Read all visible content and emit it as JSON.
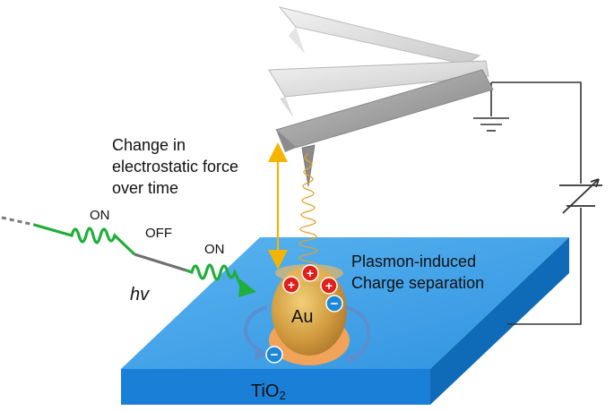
{
  "labels": {
    "force_line1": "Change in",
    "force_line2": "electrostatic force",
    "force_line3": "over time",
    "plasmon_line1": "Plasmon-induced",
    "plasmon_line2": "Charge separation",
    "on_first": "ON",
    "off": "OFF",
    "on_second": "ON",
    "hv": "hv",
    "au": "Au",
    "substrate_main": "TiO",
    "substrate_sub": "2",
    "plus": "+",
    "minus": "−"
  },
  "colors": {
    "substrate_top": "#3f9fe6",
    "substrate_front": "#1a7fd6",
    "substrate_side": "#0f6ab8",
    "light_wave": "#1fae3a",
    "arrow_amber": "#f4b400",
    "cantilever": "#9a9a9a",
    "au_gold": "#d8a546",
    "au_shell": "#f2a35a",
    "positive_charge": "#e0201a",
    "negative_charge": "#1e88d8"
  }
}
